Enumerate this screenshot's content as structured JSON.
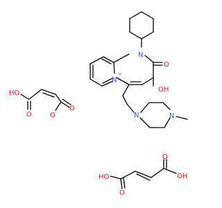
{
  "colors": {
    "bond": "#000000",
    "oxygen": "#ff0d0d",
    "nitrogen": "#3050f8",
    "background": "#ffffff"
  },
  "atoms": {
    "o_oh_1": "HO",
    "o_carbonyl_1": "O",
    "o_carboxylate_single": "O",
    "o_carboxylate_double": "O",
    "charge_minus": "-",
    "n_ring_1": "N",
    "o_ring_carbonyl": "O",
    "n_plus": "N",
    "charge_plus": "+",
    "o_hydroxyl": "OH",
    "n_piperazine_1": "N",
    "n_piperazine_2": "N",
    "o_fumarate_oh_left": "HO",
    "o_fumarate_co_left": "O",
    "o_fumarate_co_right": "O",
    "o_fumarate_oh_right": "OH"
  }
}
